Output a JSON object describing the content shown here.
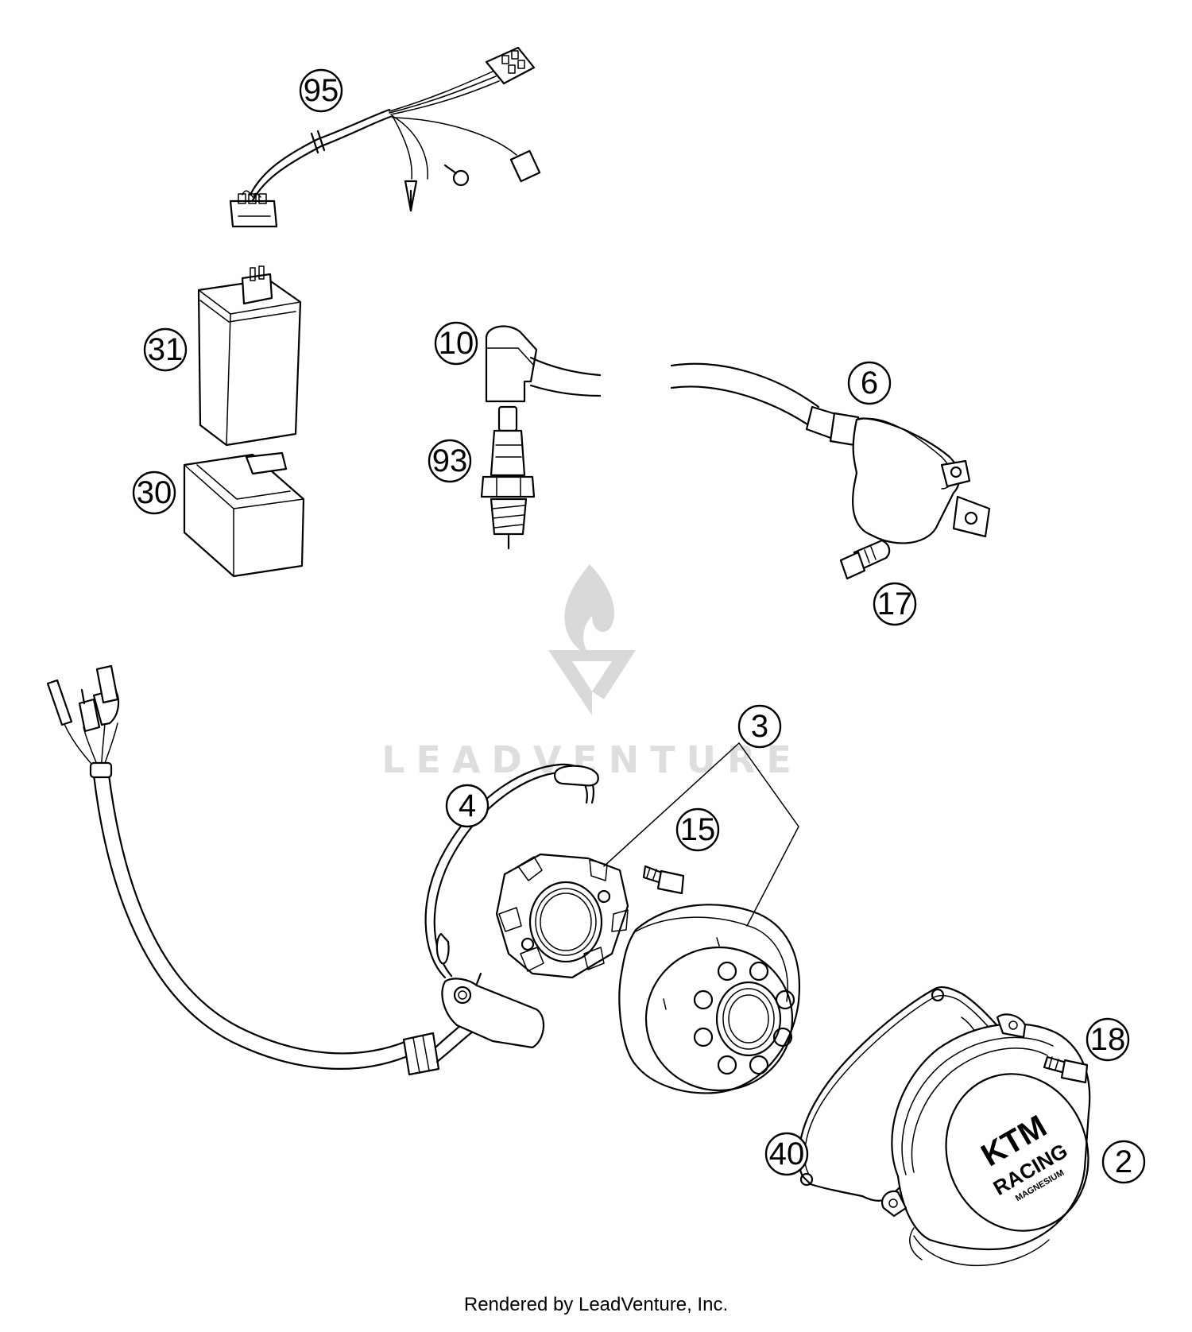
{
  "diagram": {
    "watermark_text": "LEADVENTURE",
    "cover_logo": {
      "line1": "KTM",
      "line2": "RACING",
      "line3": "MAGNESIUM"
    },
    "callouts": [
      "95",
      "31",
      "30",
      "10",
      "93",
      "6",
      "17",
      "3",
      "4",
      "15",
      "18",
      "40",
      "2"
    ]
  },
  "footer": {
    "text": "Rendered by LeadVenture, Inc."
  }
}
